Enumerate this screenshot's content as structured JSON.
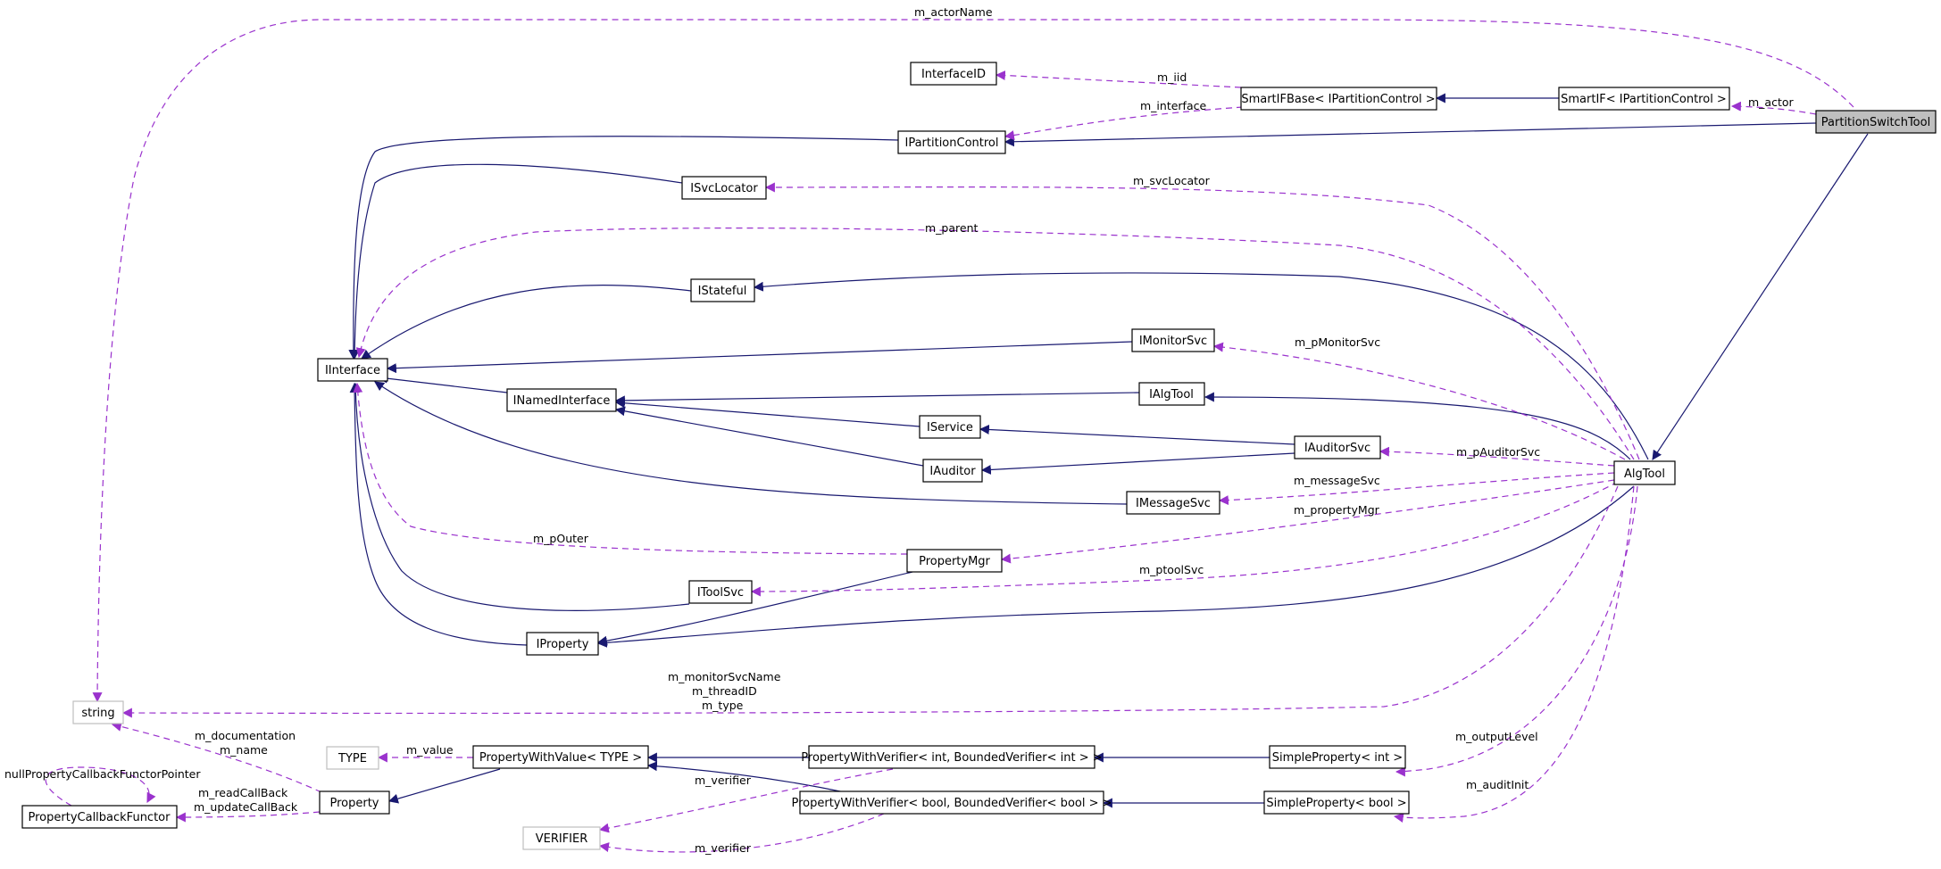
{
  "colors": {
    "inheritance": "#191970",
    "usage": "#9a32cd",
    "highlight_fill": "#bfbfbf",
    "ghost_border": "#bfbfbf"
  },
  "nodes": {
    "partition_switch_tool": "PartitionSwitchTool",
    "smartif": "SmartIF< IPartitionControl >",
    "smartifbase": "SmartIFBase< IPartitionControl >",
    "interface_id": "InterfaceID",
    "ipartition_control": "IPartitionControl",
    "isvc_locator": "ISvcLocator",
    "istateful": "IStateful",
    "iinterface": "IInterface",
    "imonitor_svc": "IMonitorSvc",
    "ialg_tool": "IAlgTool",
    "inamed_interface": "INamedInterface",
    "iservice": "IService",
    "iauditor_svc": "IAuditorSvc",
    "iauditor": "IAuditor",
    "imessage_svc": "IMessageSvc",
    "alg_tool": "AlgTool",
    "property_mgr": "PropertyMgr",
    "itool_svc": "IToolSvc",
    "iproperty": "IProperty",
    "string": "string",
    "type": "TYPE",
    "property_with_value": "PropertyWithValue< TYPE >",
    "property_with_verifier_int": "PropertyWithVerifier< int, BoundedVerifier< int > >",
    "simple_property_int": "SimpleProperty< int >",
    "property": "Property",
    "property_callback_functor": "PropertyCallbackFunctor",
    "property_with_verifier_bool": "PropertyWithVerifier< bool, BoundedVerifier< bool > >",
    "simple_property_bool": "SimpleProperty< bool >",
    "verifier": "VERIFIER"
  },
  "edge_labels": {
    "m_actor_name": "m_actorName",
    "m_iid": "m_iid",
    "m_interface": "m_interface",
    "m_actor": "m_actor",
    "m_svc_locator": "m_svcLocator",
    "m_parent": "m_parent",
    "m_p_monitor_svc": "m_pMonitorSvc",
    "m_p_auditor_svc": "m_pAuditorSvc",
    "m_message_svc": "m_messageSvc",
    "m_property_mgr": "m_propertyMgr",
    "m_p_outer": "m_pOuter",
    "m_ptool_svc": "m_ptoolSvc",
    "m_monitor_svc_name": "m_monitorSvcName",
    "m_thread_id": "m_threadID",
    "m_type": "m_type",
    "m_documentation": "m_documentation",
    "m_name": "m_name",
    "m_value": "m_value",
    "m_output_level": "m_outputLevel",
    "m_verifier_1": "m_verifier",
    "m_audit_init": "m_auditInit",
    "null_property_callback": "nullPropertyCallbackFunctorPointer",
    "m_read_callback": "m_readCallBack",
    "m_update_callback": "m_updateCallBack",
    "m_verifier_2": "m_verifier"
  }
}
